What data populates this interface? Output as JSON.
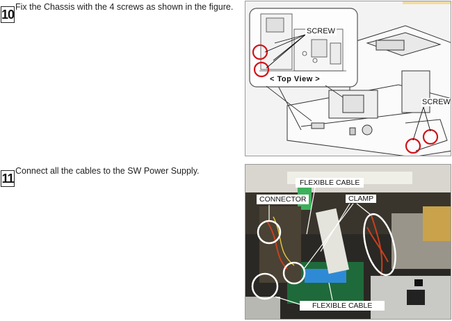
{
  "step10": {
    "number": "10",
    "text": "Fix the Chassis with the 4 screws as shown in the figure.",
    "figure": {
      "screw_label_inset": "SCREW",
      "top_view_label": "< Top View >",
      "screw_label_main": "SCREW"
    }
  },
  "step11": {
    "number": "11",
    "text": "Connect all the cables to the SW Power Supply.",
    "figure": {
      "flexible_cable_top": "FLEXIBLE CABLE",
      "connector": "CONNECTOR",
      "clamp": "CLAMP",
      "flexible_cable_bottom": "FLEXIBLE CABLE"
    }
  },
  "colors": {
    "callout_red": "#d0141b",
    "label_box": "#ffffff",
    "accent_tab": "#f2d9a0"
  }
}
